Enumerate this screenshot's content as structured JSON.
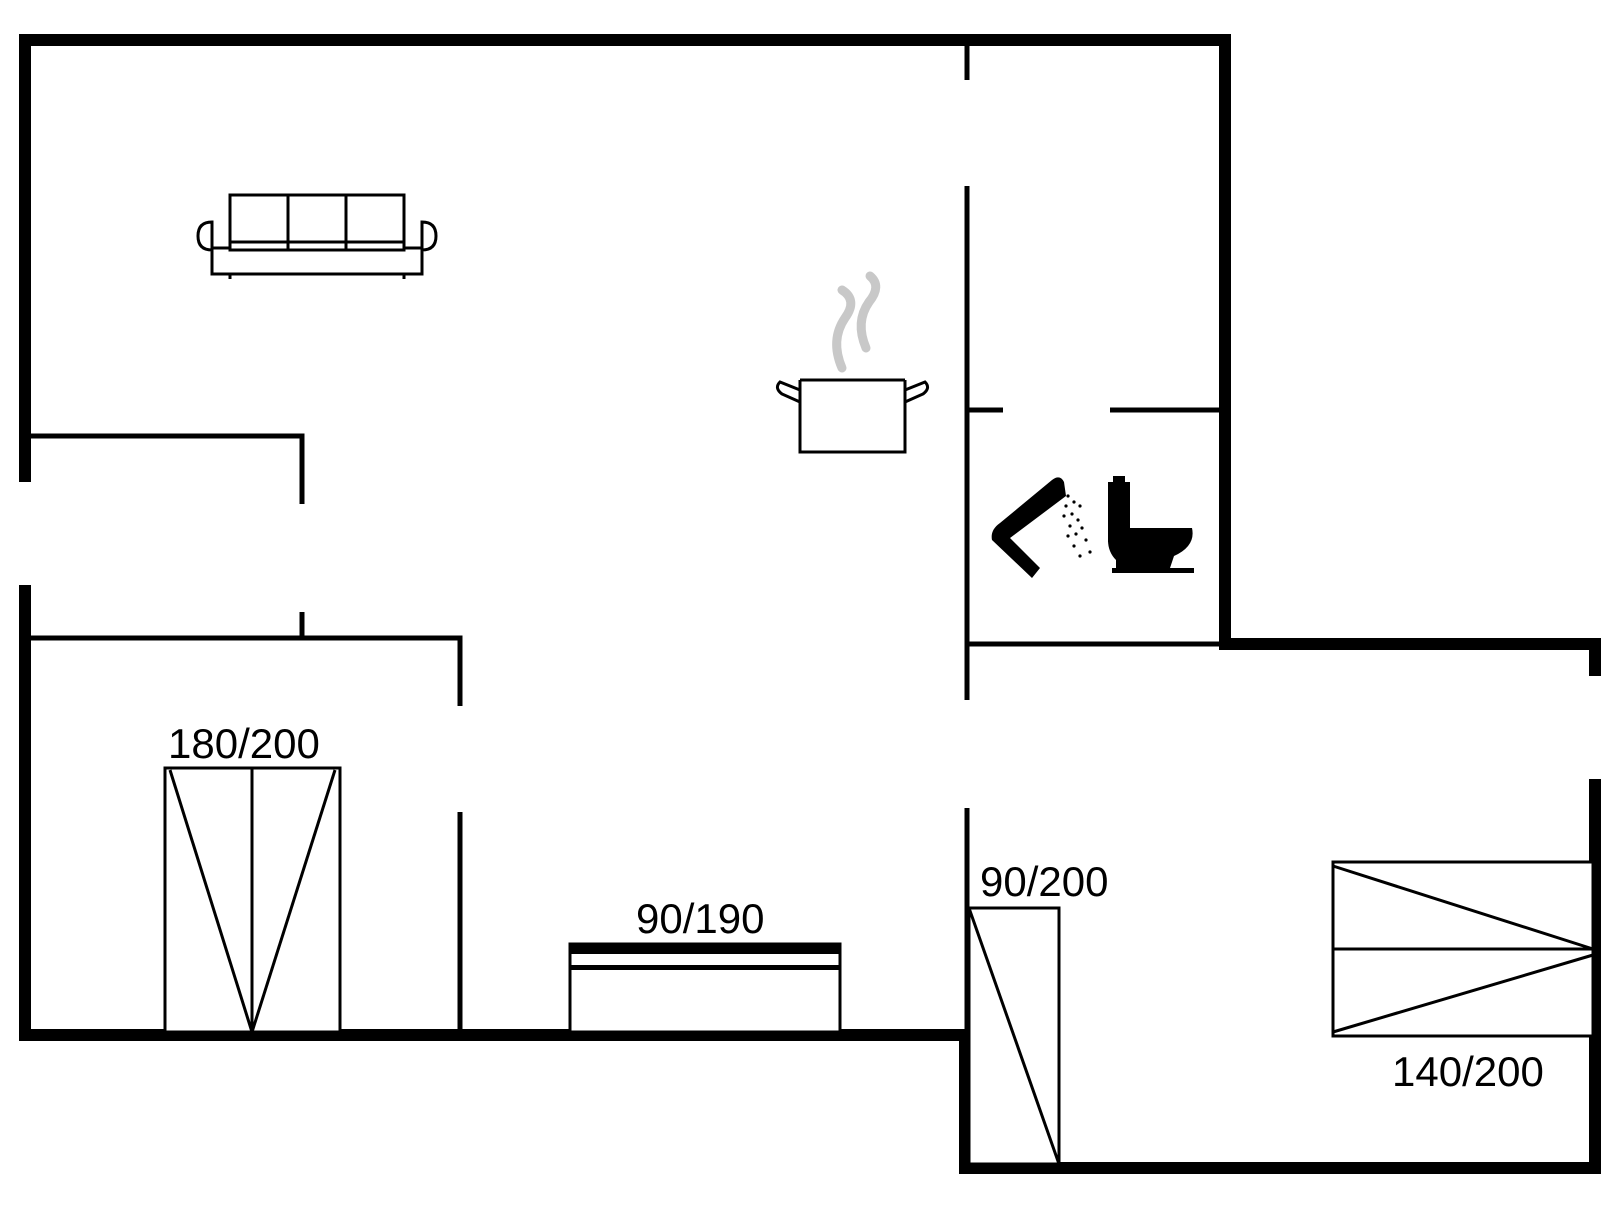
{
  "floorplan": {
    "beds": [
      {
        "id": "double-bed-left",
        "label": "180/200"
      },
      {
        "id": "single-bed-middle",
        "label": "90/190"
      },
      {
        "id": "single-bed-right",
        "label": "90/200"
      },
      {
        "id": "double-bed-right",
        "label": "140/200"
      }
    ],
    "icons": {
      "sofa": "sofa-icon",
      "kitchen": "cooking-pot-icon",
      "shower": "shower-icon",
      "toilet": "toilet-icon"
    },
    "colors": {
      "wall": "#000000",
      "background": "#ffffff",
      "steam": "#c8c8c8"
    }
  }
}
